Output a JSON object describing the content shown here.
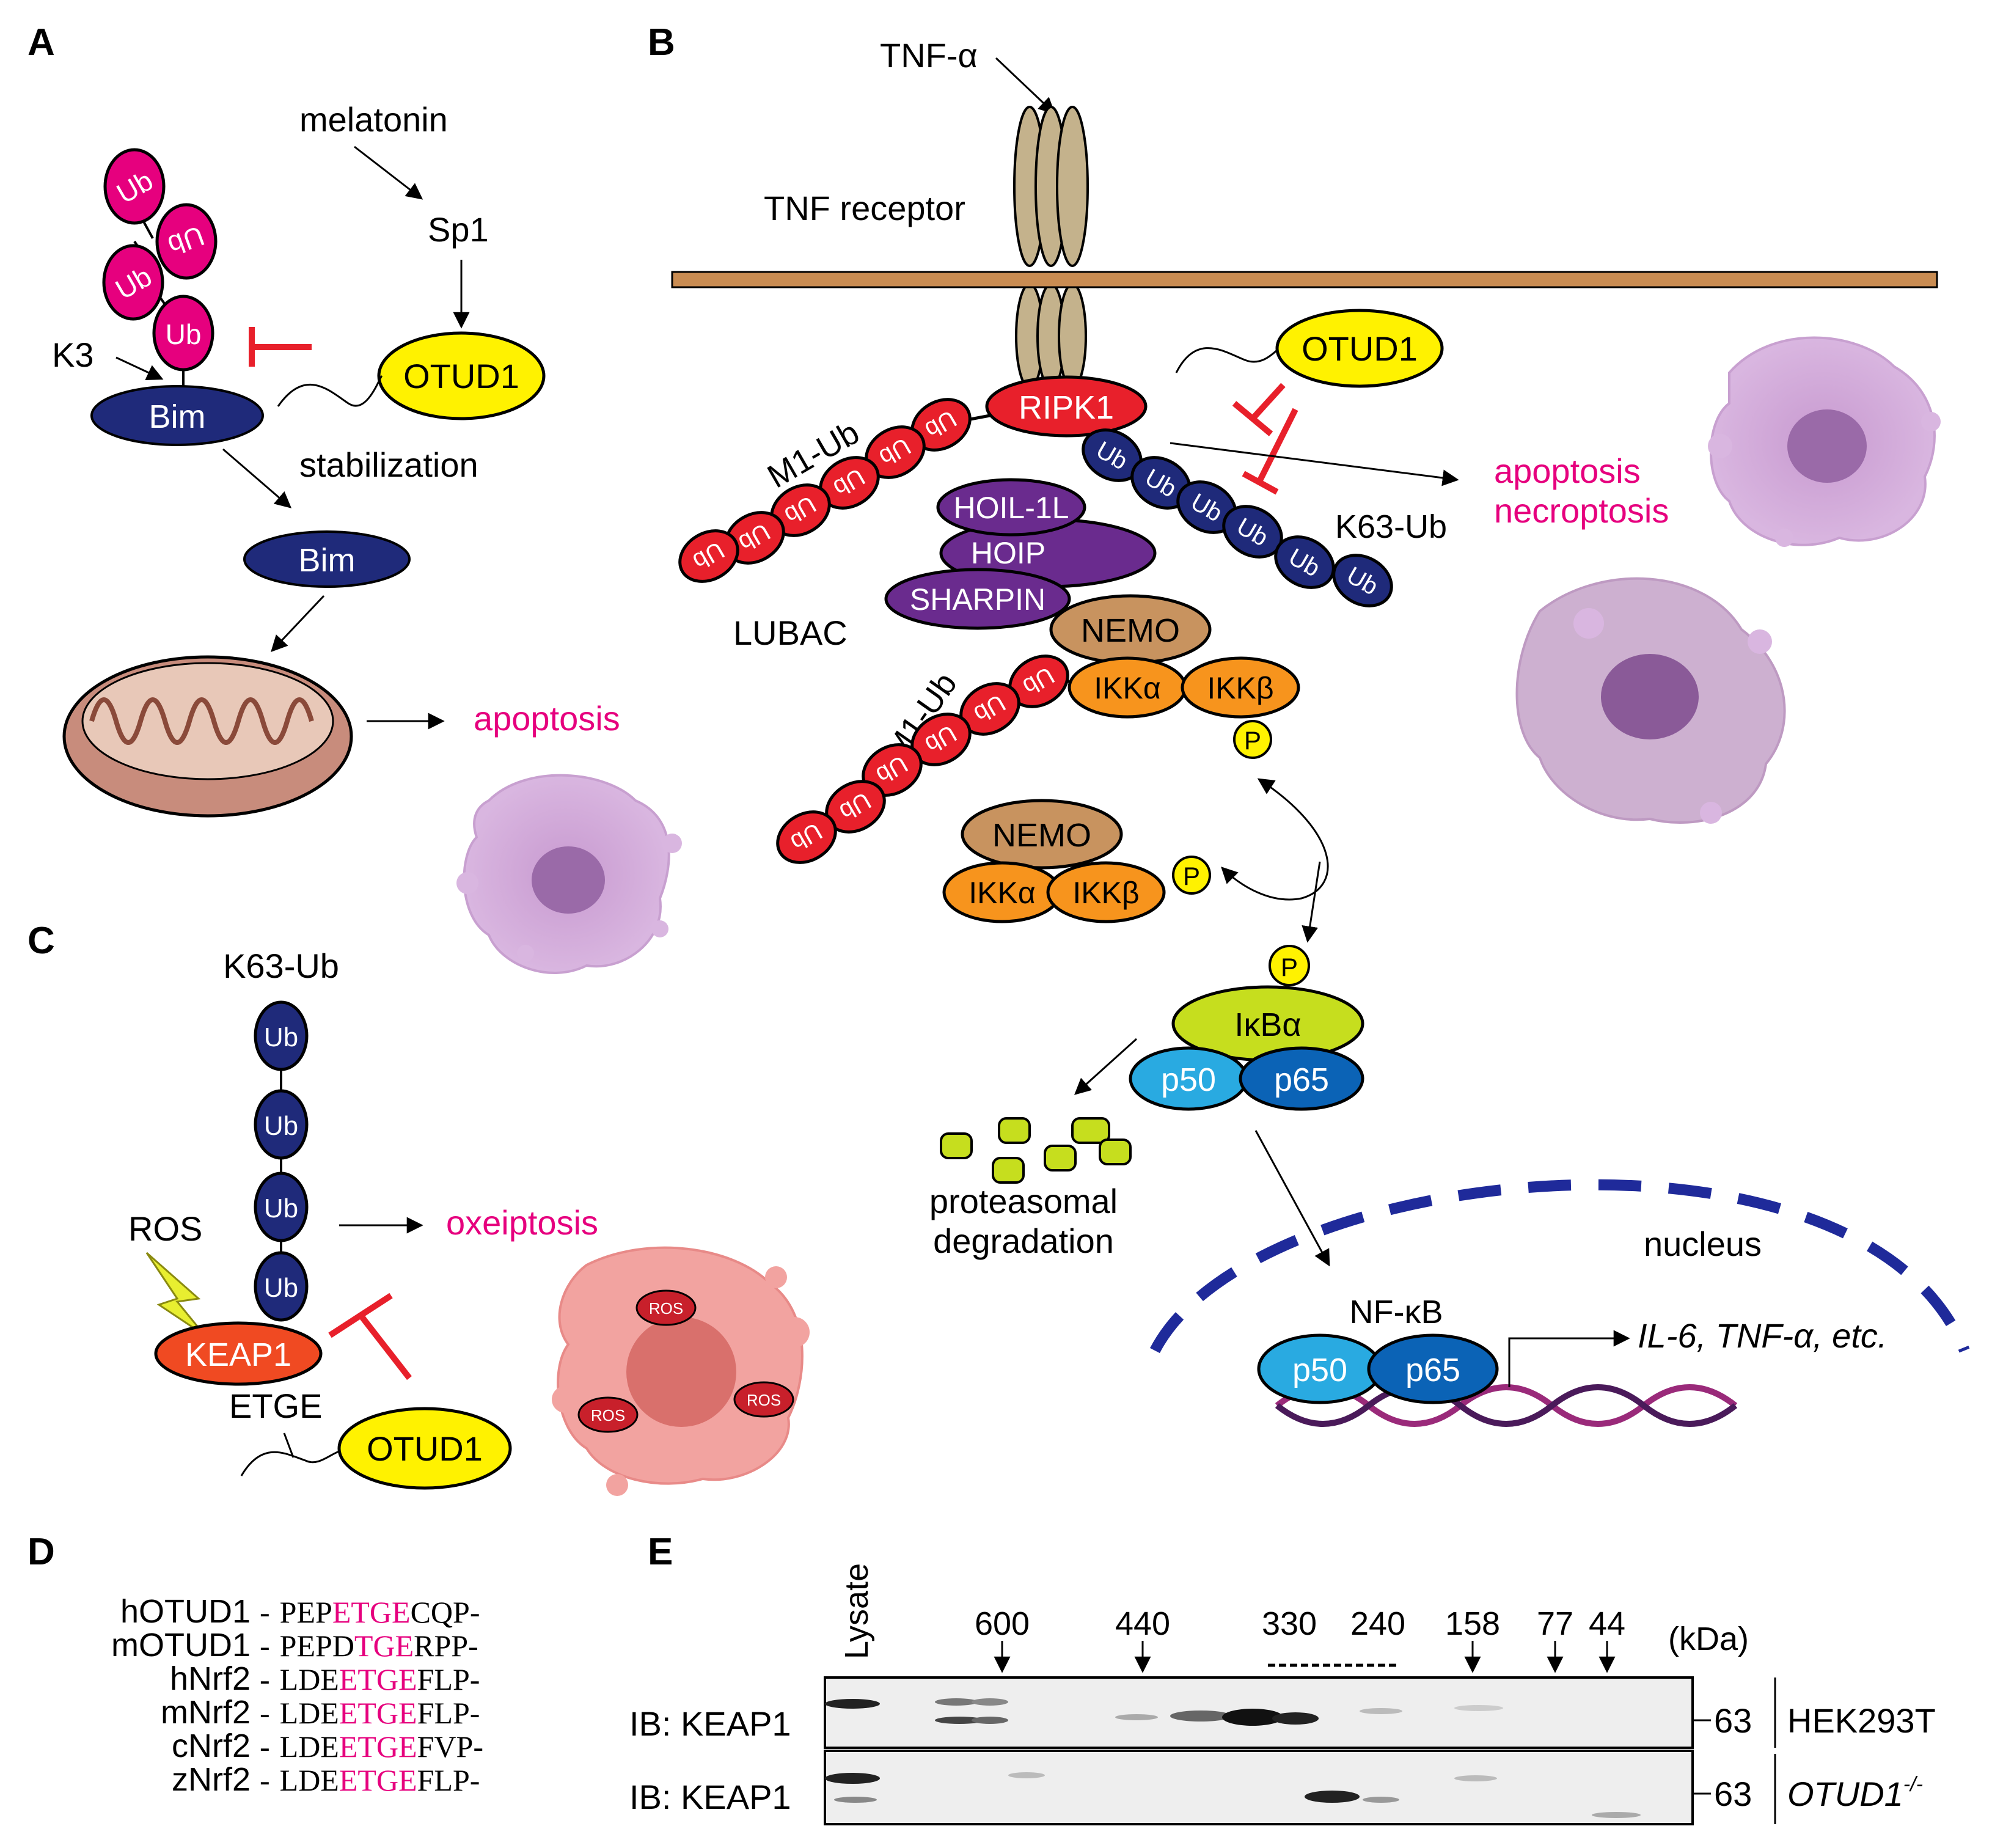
{
  "panels": {
    "a": "A",
    "b": "B",
    "c": "C",
    "d": "D",
    "e": "E"
  },
  "ub": "Ub",
  "p": "P",
  "panel_a": {
    "melatonin": "melatonin",
    "sp1": "Sp1",
    "k3": "K3",
    "bim": "Bim",
    "otud1": "OTUD1",
    "stabilization": "stabilization",
    "bim2": "Bim",
    "apoptosis": "apoptosis"
  },
  "panel_b": {
    "tnf_alpha": "TNF-α",
    "tnf_receptor": "TNF receptor",
    "otud1": "OTUD1",
    "ripk1": "RIPK1",
    "m1_ub_top": "M1-Ub",
    "m1_ub_mid": "M1-Ub",
    "hoil": "HOIL-1L",
    "hoip": "HOIP",
    "sharpin": "SHARPIN",
    "lubac": "LUBAC",
    "k63_ub": "K63-Ub",
    "apoptosis": "apoptosis",
    "necroptosis": "necroptosis",
    "nemo1": "NEMO",
    "ikka1": "IKKα",
    "ikkb1": "IKKβ",
    "nemo2": "NEMO",
    "ikka2": "IKKα",
    "ikkb2": "IKKβ",
    "ikba": "IκBα",
    "p50": "p50",
    "p65": "p65",
    "proteasomal": "proteasomal",
    "degradation": "degradation",
    "nucleus": "nucleus",
    "nfkb": "NF-κB",
    "p50_n": "p50",
    "p65_n": "p65",
    "targets": "IL-6, TNF-α, etc."
  },
  "panel_c": {
    "k63_ub": "K63-Ub",
    "ros": "ROS",
    "keap1": "KEAP1",
    "etge": "ETGE",
    "otud1": "OTUD1",
    "oxeiptosis": "oxeiptosis",
    "ros_cell": "ROS"
  },
  "panel_d": {
    "rows": [
      {
        "name": "hOTUD1",
        "pre": "PEP",
        "motif": "ETGE",
        "post": "CQP"
      },
      {
        "name": "mOTUD1",
        "pre": "PEPD",
        "motif": "TGE",
        "post": "RPP"
      },
      {
        "name": "hNrf2",
        "pre": "LDE",
        "motif": "ETGE",
        "post": "FLP"
      },
      {
        "name": "mNrf2",
        "pre": "LDE",
        "motif": "ETGE",
        "post": "FLP"
      },
      {
        "name": "cNrf2",
        "pre": "LDE",
        "motif": "ETGE",
        "post": "FVP"
      },
      {
        "name": "zNrf2",
        "pre": "LDE",
        "motif": "ETGE",
        "post": "FLP"
      }
    ],
    "dash": "-"
  },
  "panel_e": {
    "lysate": "Lysate",
    "markers": [
      "600",
      "440",
      "330",
      "240",
      "158",
      "77",
      "44"
    ],
    "kda": "(kDa)",
    "ib1": "IB: KEAP1",
    "ib2": "IB: KEAP1",
    "mw1": "63",
    "mw2": "63",
    "cell1": "HEK293T",
    "cell2": "OTUD1",
    "cell2_sup": "-/-"
  },
  "colors": {
    "pink": "#e6007e",
    "red": "#e8202b",
    "navy": "#1f2a7a",
    "yellow": "#fff200",
    "purple": "#6a2b8e",
    "brown": "#c8935f",
    "orange": "#f7941d",
    "lime": "#c6de1e",
    "cyan": "#29aae1",
    "blue": "#0b63b6",
    "membrane": "#c98c52",
    "receptor": "#c4b28c"
  }
}
